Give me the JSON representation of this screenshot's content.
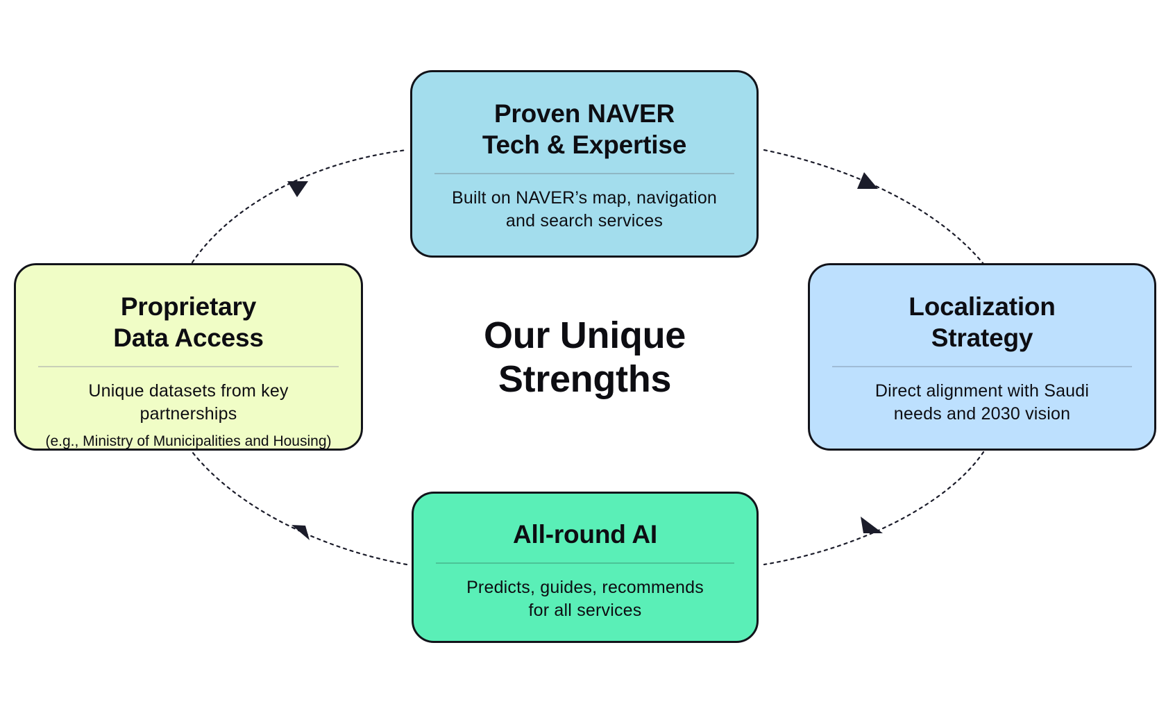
{
  "diagram": {
    "center_title": {
      "line1": "Our Unique",
      "line2": "Strengths"
    },
    "cards": {
      "top": {
        "title_line1": "Proven NAVER",
        "title_line2": "Tech & Expertise",
        "desc_line1": "Built on NAVER’s map, navigation",
        "desc_line2": "and search services",
        "fill": "#a3dded",
        "divider": "#8fb7c4"
      },
      "right": {
        "title_line1": "Localization",
        "title_line2": "Strategy",
        "desc_line1": "Direct alignment with Saudi",
        "desc_line2": "needs and 2030 vision",
        "fill": "#bde0fe",
        "divider": "#9fbcd6"
      },
      "bottom": {
        "title_line1": "All-round AI",
        "desc_line1": "Predicts, guides, recommends",
        "desc_line2": "for all services",
        "fill": "#5aefb7",
        "divider": "#4bc496"
      },
      "left": {
        "title_line1": "Proprietary",
        "title_line2": "Data Access",
        "desc_line1": "Unique datasets from key partnerships",
        "note": "(e.g., Ministry of Municipalities and Housing)",
        "fill": "#f0fdc6",
        "divider": "#c9d0b8"
      }
    },
    "colors": {
      "border": "#12131a",
      "text": "#0d0d12",
      "connector": "#1b1c2a",
      "arrowhead": "#1b1c2a"
    },
    "flow": "clockwise"
  }
}
